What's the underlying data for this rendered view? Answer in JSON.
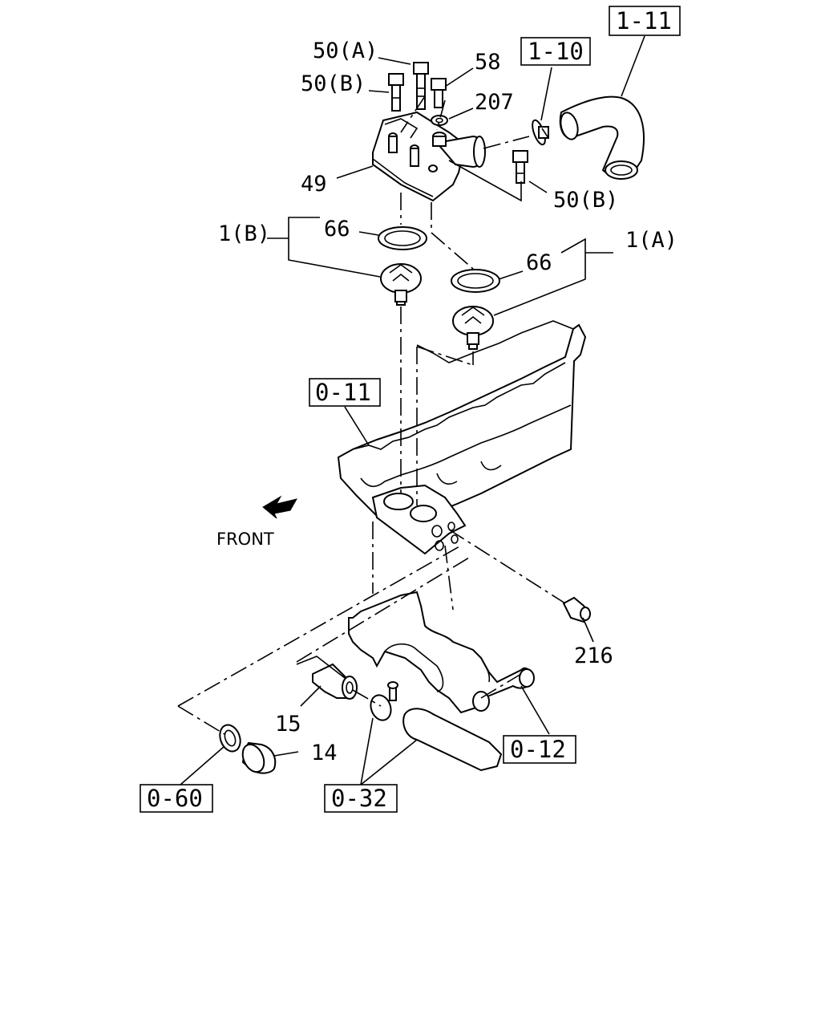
{
  "callouts": {
    "bolt_50a": "50(A)",
    "bolt_58": "58",
    "bolt_50b_top": "50(B)",
    "washer_207": "207",
    "housing_49": "49",
    "bolt_50b_right": "50(B)",
    "gasket_66_left": "66",
    "gasket_66_right": "66",
    "thermostat_1b": "1(B)",
    "thermostat_1a": "1(A)",
    "plug_216": "216",
    "sensor_15": "15",
    "plug_14": "14"
  },
  "references": {
    "ref_1_11": "1-11",
    "ref_1_10": "1-10",
    "ref_0_11": "0-11",
    "ref_0_12": "0-12",
    "ref_0_60": "0-60",
    "ref_0_32": "0-32"
  },
  "front_label": "FRONT"
}
